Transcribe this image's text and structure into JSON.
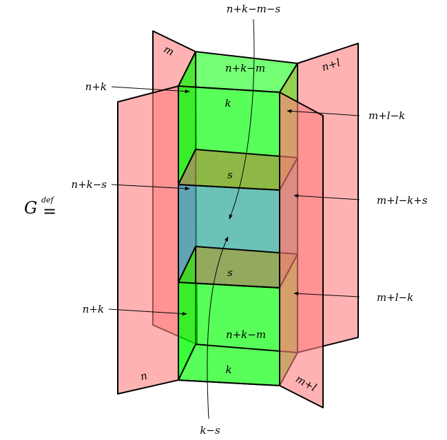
{
  "colors": {
    "sheet_red": "#ff8080",
    "prism_green": "#00ff00",
    "slab_olive": "#c8a040",
    "core_teal": "#4f9fb8"
  },
  "formula": {
    "lhs": "G",
    "def": "def",
    "eq": "="
  },
  "faces": {
    "sheet_m": "m",
    "sheet_n_l": "n+l",
    "sheet_n": "n",
    "sheet_m_l": "m+l",
    "top_prism_top": "n+k−m",
    "top_prism_front": "k",
    "upper_slab": "s",
    "lower_slab": "s",
    "bottom_prism_top": "n+k−m",
    "bottom_prism_bottom": "k"
  },
  "callouts": {
    "top": "n+k−m−s",
    "left_upper": "n+k",
    "left_middle": "n+k−s",
    "left_lower": "n+k",
    "right_upper": "m+l−k",
    "right_middle": "m+l−k+s",
    "right_lower": "m+l−k",
    "bottom": "k−s"
  }
}
